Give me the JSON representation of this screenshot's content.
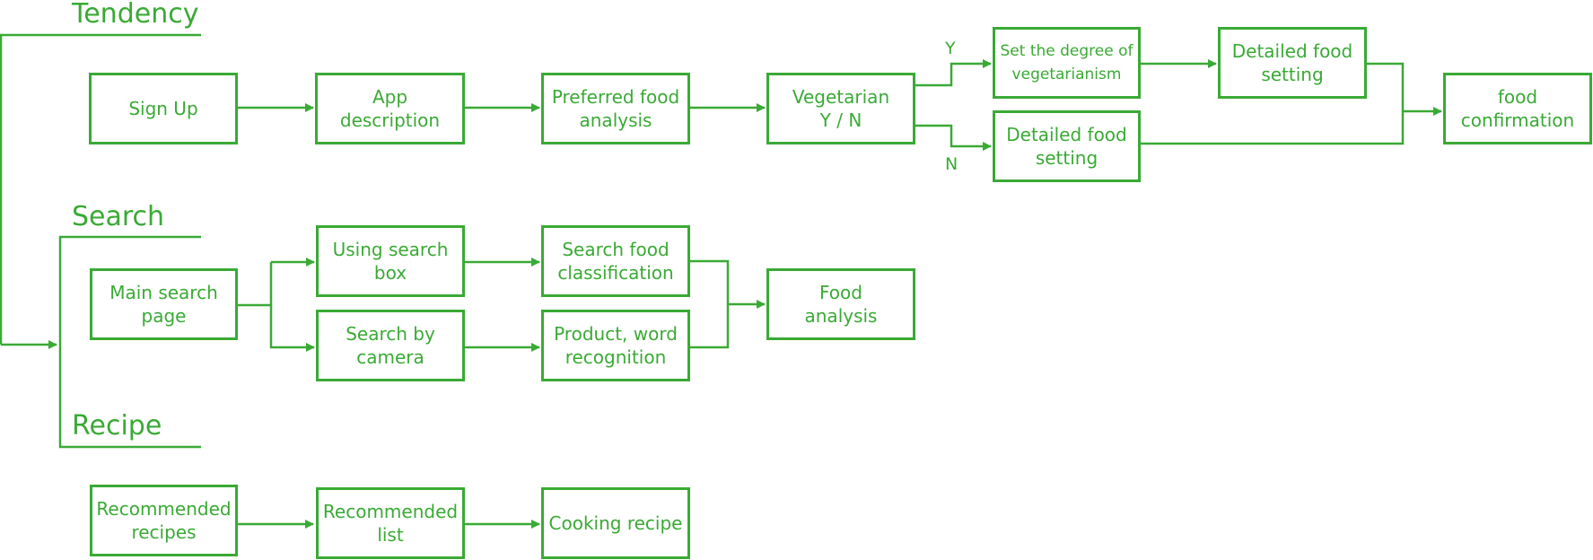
{
  "colors": {
    "accent": "#3aaa35",
    "background": "#ffffff"
  },
  "sections": {
    "tendency": "Tendency",
    "search": "Search",
    "recipe": "Recipe"
  },
  "nodes": {
    "sign_up": "Sign Up",
    "app_description": "App\ndescription",
    "preferred_food_analysis": "Preferred food\nanalysis",
    "vegetarian": "Vegetarian\nY / N",
    "degree_of_vegetarianism": "Set the degree of\nvegetarianism",
    "detailed_food_setting_y": "Detailed food\nsetting",
    "detailed_food_setting_n": "Detailed food\nsetting",
    "food_confirmation": "food\nconfirmation",
    "main_search_page": "Main search\npage",
    "using_search_box": "Using search\nbox",
    "search_by_camera": "Search by\ncamera",
    "search_food_classification": "Search food\nclassification",
    "product_word_recognition": "Product, word\nrecognition",
    "food_analysis": "Food\nanalysis",
    "recommended_recipes": "Recommended\nrecipes",
    "recommended_list": "Recommended\nlist",
    "cooking_recipe": "Cooking recipe"
  },
  "branch_labels": {
    "yes": "Y",
    "no": "N"
  }
}
